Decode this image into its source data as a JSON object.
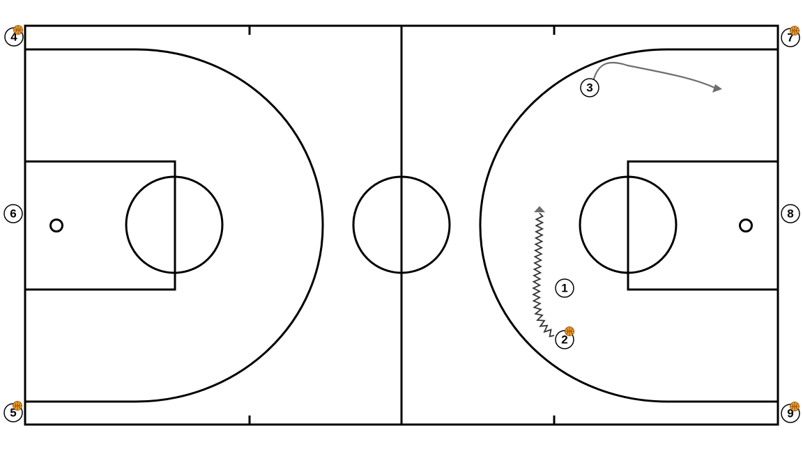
{
  "colors": {
    "court_lines": "#000000",
    "movement_arrow": "#6e6e6e",
    "dribble_path": "#333333",
    "ball": "#f0a030"
  },
  "players": [
    {
      "id": "p4",
      "label": "4",
      "has_ball": true
    },
    {
      "id": "p5",
      "label": "5",
      "has_ball": true
    },
    {
      "id": "p6",
      "label": "6",
      "has_ball": false
    },
    {
      "id": "p7",
      "label": "7",
      "has_ball": true
    },
    {
      "id": "p8",
      "label": "8",
      "has_ball": false
    },
    {
      "id": "p9",
      "label": "9",
      "has_ball": true
    },
    {
      "id": "p3",
      "label": "3",
      "has_ball": false
    },
    {
      "id": "p1",
      "label": "1",
      "has_ball": false
    },
    {
      "id": "p2",
      "label": "2",
      "has_ball": true
    }
  ],
  "actions": [
    {
      "type": "cut",
      "player": "3",
      "icon": "movement-arrow"
    },
    {
      "type": "dribble",
      "player": "2",
      "icon": "dribble-arrow"
    }
  ]
}
